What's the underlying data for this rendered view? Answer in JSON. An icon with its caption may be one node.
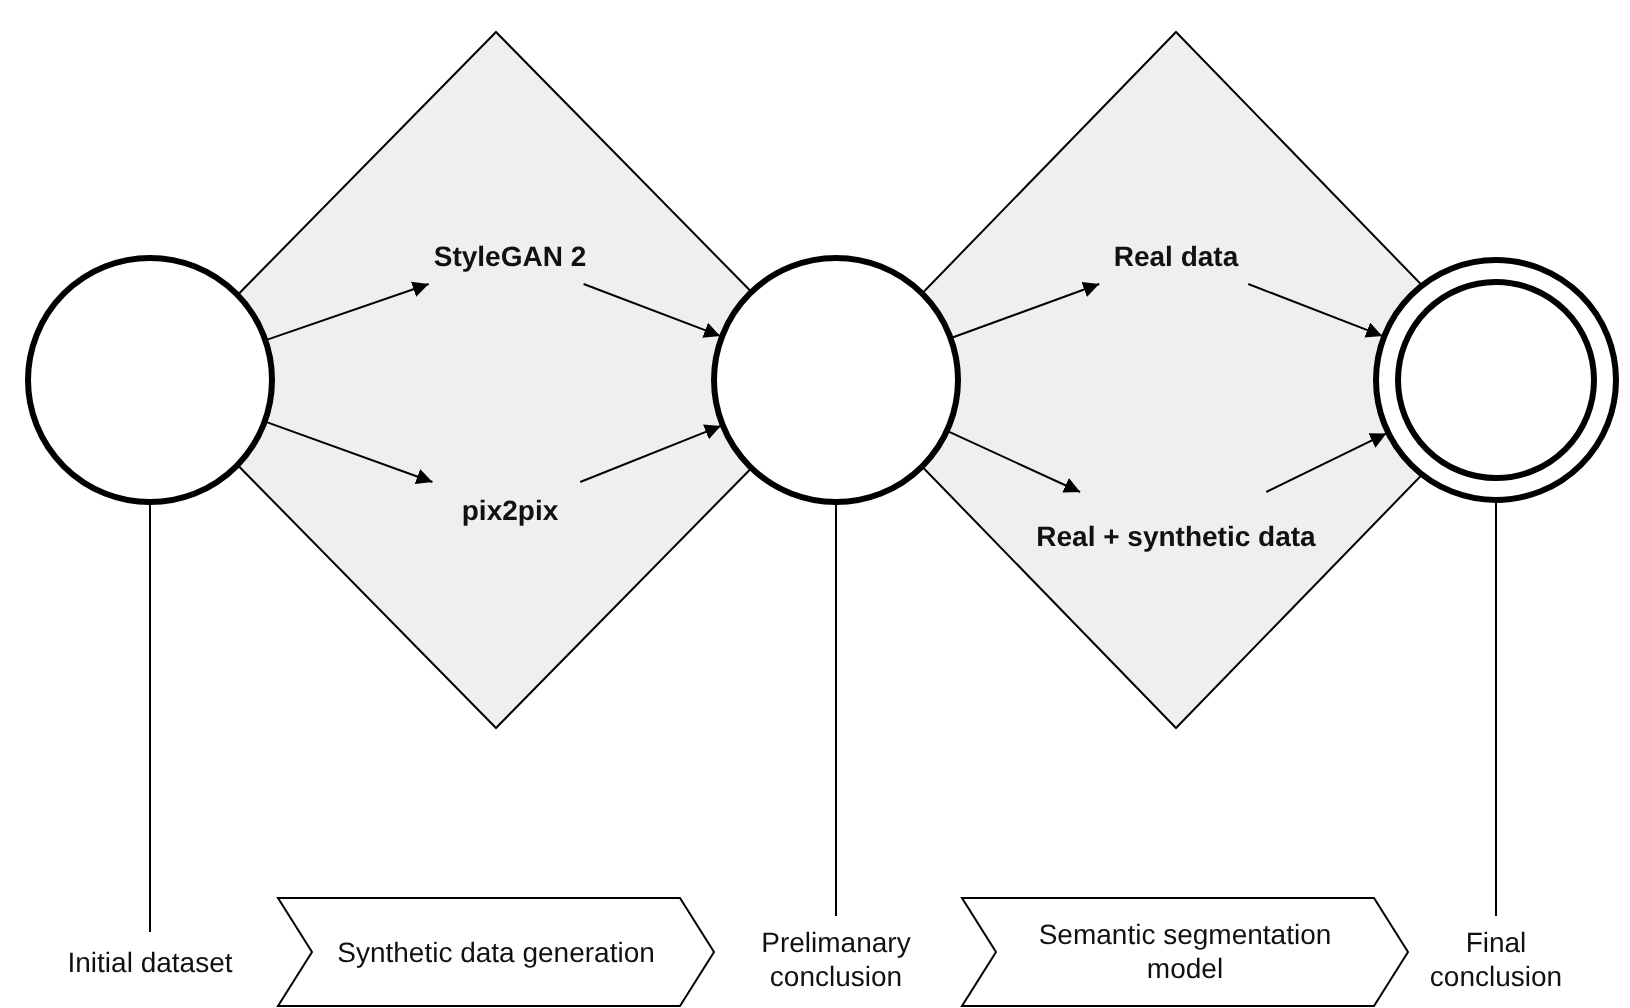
{
  "diagram": {
    "nodes": [
      {
        "text": [],
        "shape": "circle"
      },
      {
        "text": [],
        "shape": "diamond"
      },
      {
        "text": [
          "StyleGAN 2"
        ],
        "in": 1
      },
      {
        "text": [
          "pix2pix"
        ],
        "in": 1
      },
      {
        "text": [],
        "shape": "circle"
      },
      {
        "text": [],
        "shape": "diamond"
      },
      {
        "text": [
          "Real data"
        ],
        "in": 5
      },
      {
        "text": [
          "Real + synthetic data"
        ],
        "in": 5
      },
      {
        "text": [],
        "shape": "circle"
      },
      {
        "text": [
          "Initial dataset"
        ]
      },
      {
        "text": [
          "Synthetic data generation"
        ]
      },
      {
        "text": [
          "Prelimanary conclusion"
        ]
      },
      {
        "text": [
          "Semantic segmentation model"
        ]
      },
      {
        "text": [
          "Final conclusion"
        ]
      }
    ],
    "edges": [
      {
        "from": 0,
        "to": 2,
        "arrow": "to"
      },
      {
        "from": 0,
        "to": 3,
        "arrow": "to"
      },
      {
        "from": 2,
        "to": 4,
        "arrow": "to"
      },
      {
        "from": 3,
        "to": 4,
        "arrow": "to"
      },
      {
        "from": 4,
        "to": 6,
        "arrow": "to"
      },
      {
        "from": 4,
        "to": 7,
        "arrow": "to"
      },
      {
        "from": 6,
        "to": 8,
        "arrow": "to"
      },
      {
        "from": 7,
        "to": 8,
        "arrow": "to"
      },
      {
        "from": 9,
        "to": 0,
        "arrow": "none"
      },
      {
        "from": 11,
        "to": 4,
        "arrow": "none"
      },
      {
        "from": 13,
        "to": 8,
        "arrow": "none"
      }
    ]
  }
}
